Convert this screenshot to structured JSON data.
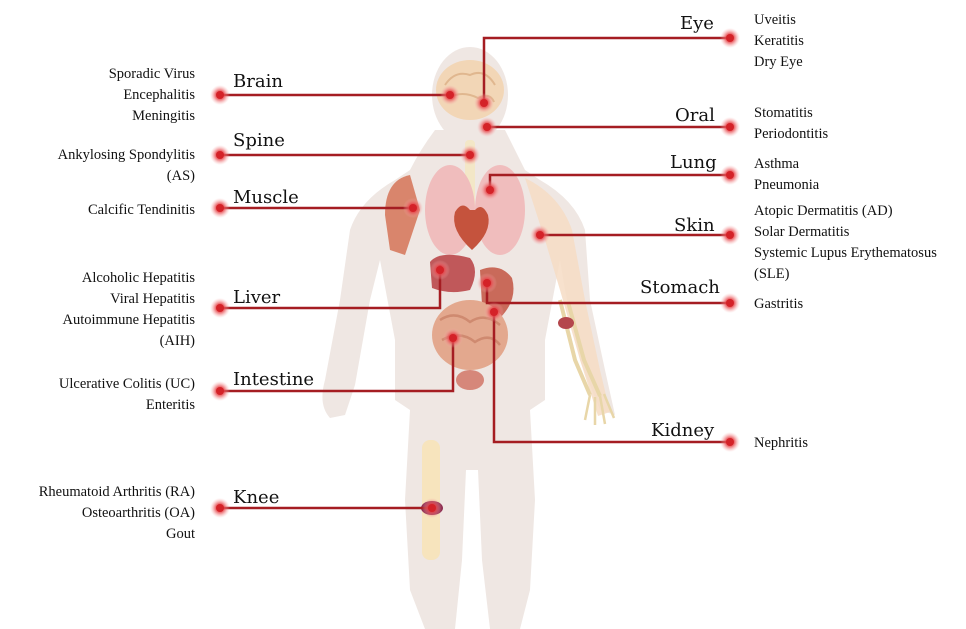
{
  "colors": {
    "connector": "#a51d22",
    "marker_core": "#d42228",
    "marker_glow": "#f2a6a6",
    "body_silhouette": "#efe7e3",
    "skin_tone": "#f6dcc4"
  },
  "organs": [
    {
      "id": "brain",
      "label": "Brain",
      "diseases": [
        "Sporadic Virus",
        "Encephalitis",
        "Meningitis"
      ]
    },
    {
      "id": "spine",
      "label": "Spine",
      "diseases": [
        "Ankylosing Spondylitis",
        "(AS)"
      ]
    },
    {
      "id": "muscle",
      "label": "Muscle",
      "diseases": [
        "Calcific Tendinitis"
      ]
    },
    {
      "id": "liver",
      "label": "Liver",
      "diseases": [
        "Alcoholic Hepatitis",
        "Viral Hepatitis",
        "Autoimmune Hepatitis",
        "(AIH)"
      ]
    },
    {
      "id": "intestine",
      "label": "Intestine",
      "diseases": [
        "Ulcerative Colitis (UC)",
        "Enteritis"
      ]
    },
    {
      "id": "knee",
      "label": "Knee",
      "diseases": [
        "Rheumatoid Arthritis (RA)",
        "Osteoarthritis (OA)",
        "Gout"
      ]
    },
    {
      "id": "eye",
      "label": "Eye",
      "diseases": [
        "Uveitis",
        "Keratitis",
        "Dry Eye"
      ]
    },
    {
      "id": "oral",
      "label": "Oral",
      "diseases": [
        "Stomatitis",
        "Periodontitis"
      ]
    },
    {
      "id": "lung",
      "label": "Lung",
      "diseases": [
        "Asthma",
        "Pneumonia"
      ]
    },
    {
      "id": "skin",
      "label": "Skin",
      "diseases": [
        "Atopic Dermatitis (AD)",
        "Solar Dermatitis",
        "Systemic Lupus Erythematosus",
        "(SLE)"
      ]
    },
    {
      "id": "stomach",
      "label": "Stomach",
      "diseases": [
        "Gastritis"
      ]
    },
    {
      "id": "kidney",
      "label": "Kidney",
      "diseases": [
        "Nephritis"
      ]
    }
  ]
}
